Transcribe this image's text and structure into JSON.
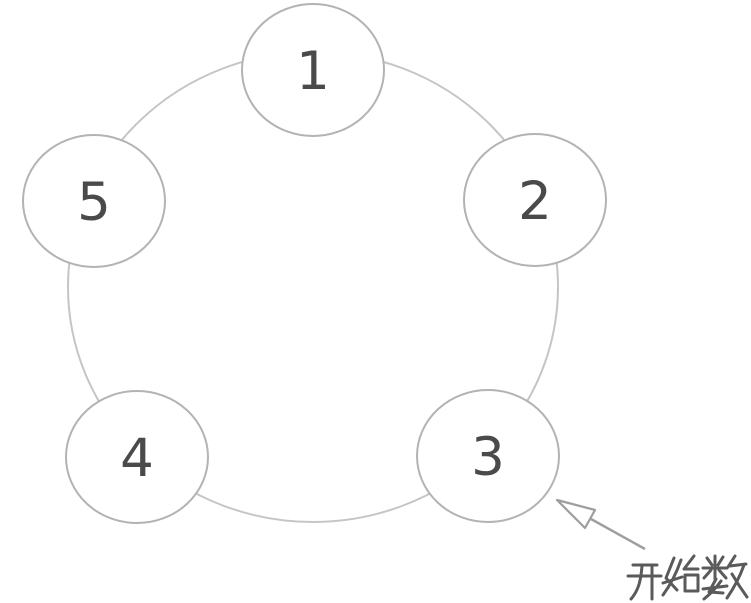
{
  "diagram": {
    "background_color": "#ffffff",
    "ring": {
      "stroke_color": "#c5c5c5"
    },
    "node_style": {
      "fill_color": "#ffffff",
      "stroke_color": "#b3b3b3",
      "label_color": "#4a4a4a"
    },
    "nodes": [
      {
        "label": "1"
      },
      {
        "label": "2"
      },
      {
        "label": "3"
      },
      {
        "label": "4"
      },
      {
        "label": "5"
      }
    ],
    "annotation": {
      "label": "开始数",
      "arrow_color": "#9e9e9e",
      "label_color": "#5a5a5a",
      "points_to_node": "3"
    }
  }
}
